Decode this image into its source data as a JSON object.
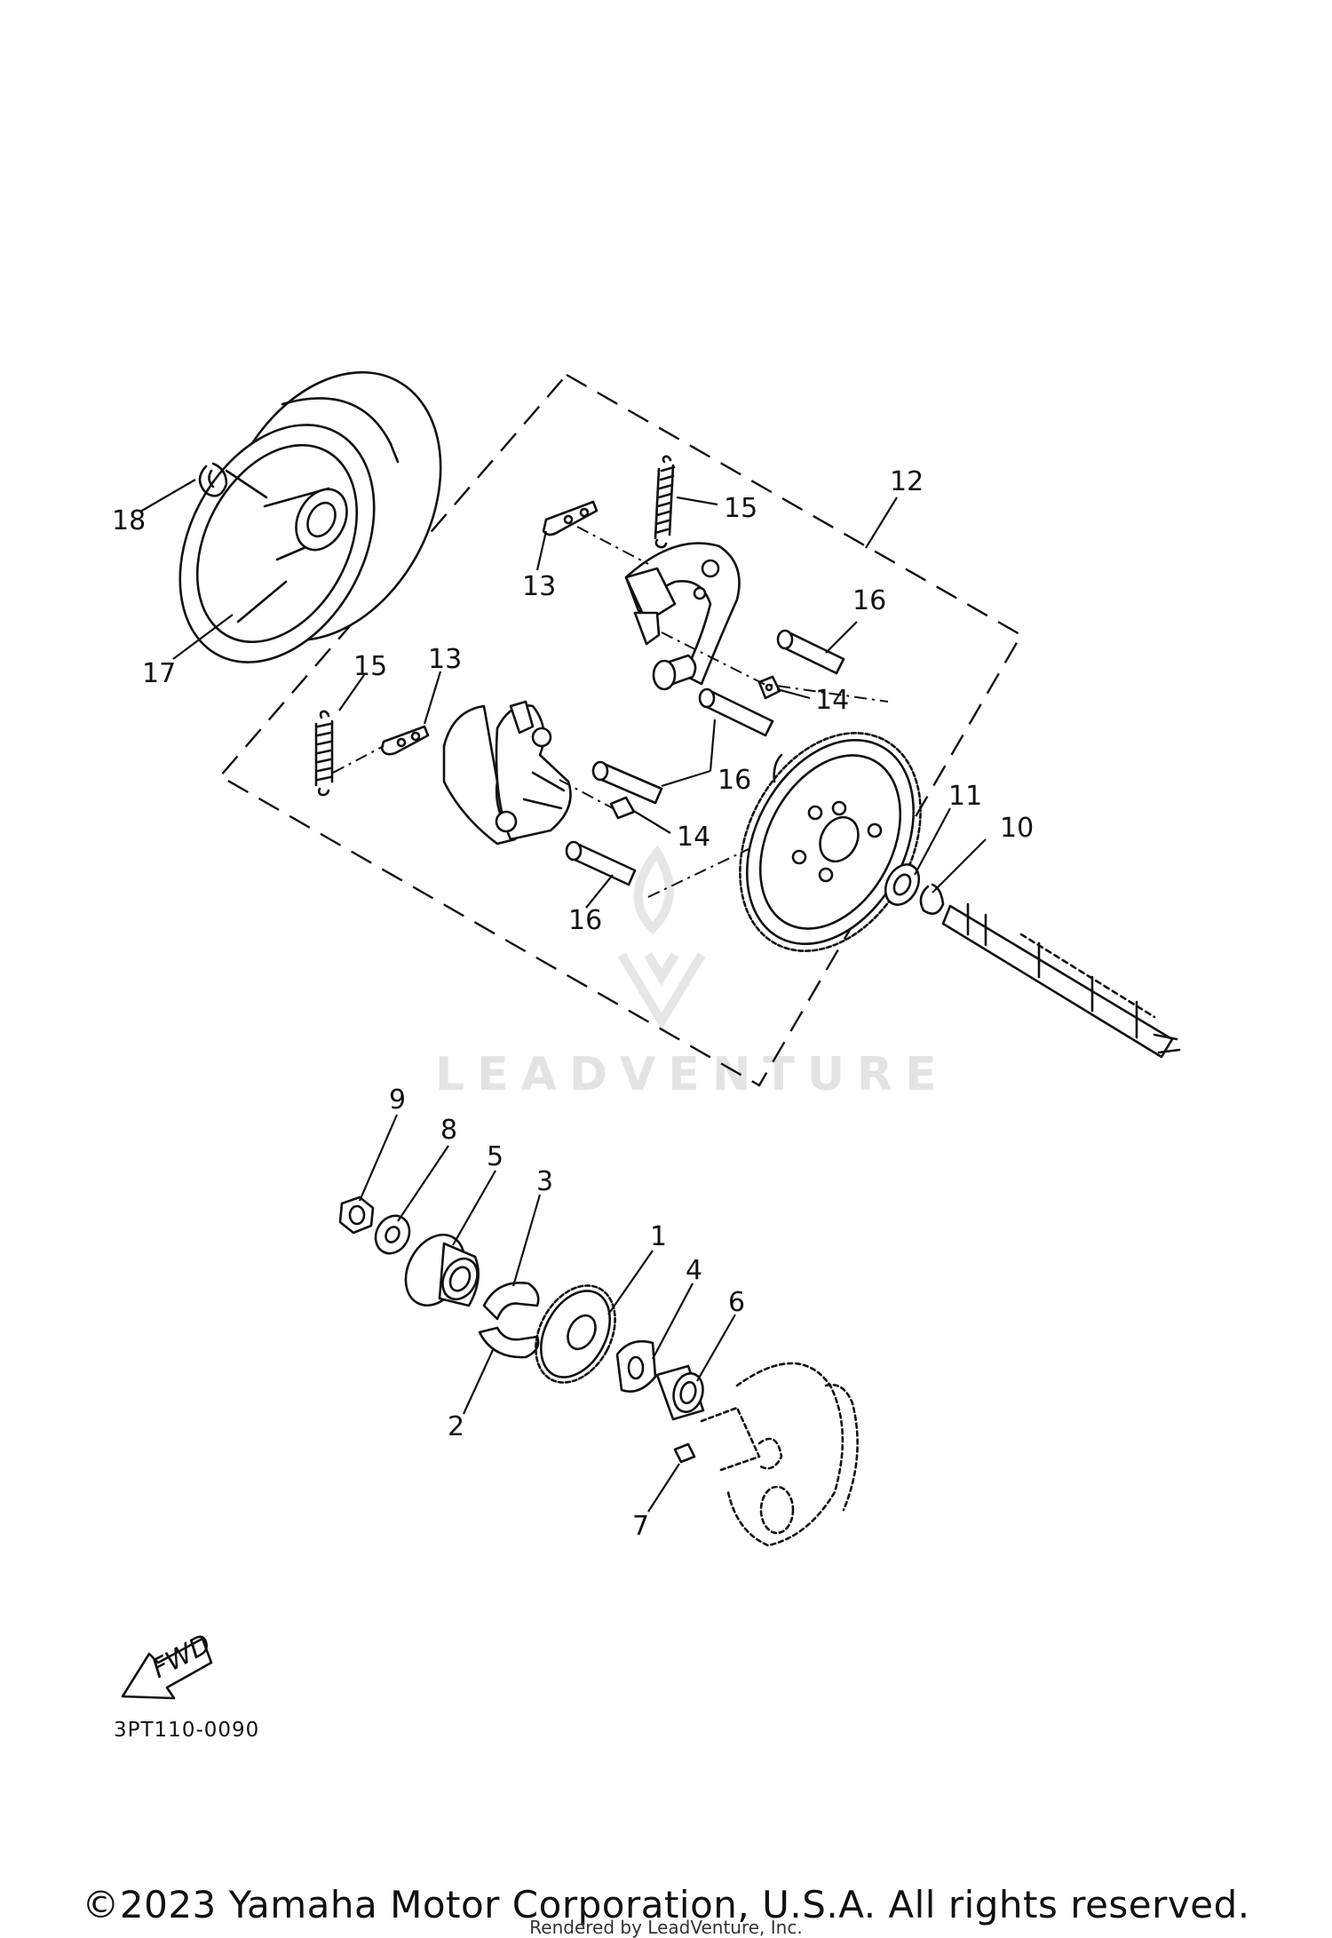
{
  "diagram": {
    "drawing_code": "3PT110-0090",
    "fwd_label": "FWD",
    "watermark": "LEADVENTURE",
    "copyright": "©2023 Yamaha Motor Corporation, U.S.A. All rights reserved.",
    "rendered_by": "Rendered by LeadVenture, Inc.",
    "callouts": {
      "c1": "1",
      "c2": "2",
      "c3": "3",
      "c4": "4",
      "c5": "5",
      "c6": "6",
      "c7": "7",
      "c8": "8",
      "c9": "9",
      "c10": "10",
      "c11": "11",
      "c12": "12",
      "c13a": "13",
      "c13b": "13",
      "c14a": "14",
      "c14b": "14",
      "c15a": "15",
      "c15b": "15",
      "c16a": "16",
      "c16b": "16",
      "c16c": "16",
      "c17": "17",
      "c18": "18"
    }
  }
}
